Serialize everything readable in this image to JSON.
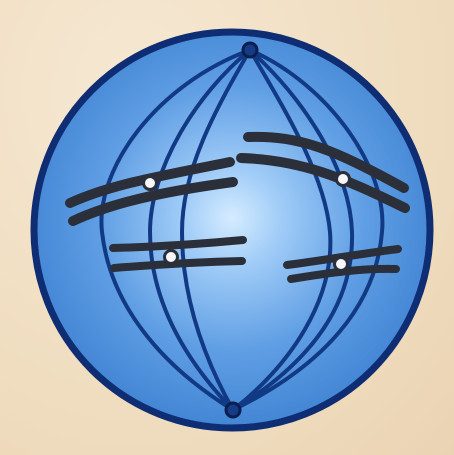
{
  "diagram": {
    "background_color": "#f3e2c8",
    "cell_color": "#3f86d6",
    "cell_highlight_color": "#bfe0ff",
    "outline_color": "#0f2d73",
    "spindle_color": "#123a84",
    "chromosome_color": "#2b2f3a",
    "poles": [
      {
        "name": "top-pole"
      },
      {
        "name": "bottom-pole"
      }
    ],
    "chromosomes": [
      {
        "name": "chromosome-upper-left"
      },
      {
        "name": "chromosome-upper-right"
      },
      {
        "name": "chromosome-lower-left"
      },
      {
        "name": "chromosome-lower-right"
      }
    ]
  }
}
